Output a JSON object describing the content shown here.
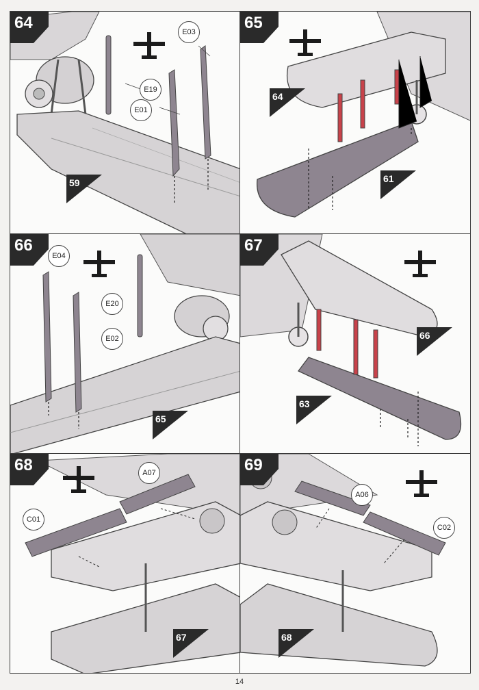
{
  "page_number": "14",
  "colors": {
    "part_fill": "#8e8590",
    "step_bg": "#2a2a2a",
    "accent_red": "#c8424a",
    "outline": "#3a3a3a"
  },
  "steps": [
    {
      "number": "64",
      "callouts": [
        "E03",
        "E19",
        "E01"
      ],
      "ref": "59"
    },
    {
      "number": "65",
      "callouts": [],
      "refs": [
        "64",
        "61"
      ]
    },
    {
      "number": "66",
      "callouts": [
        "E04",
        "E20",
        "E02"
      ],
      "ref": "65"
    },
    {
      "number": "67",
      "callouts": [],
      "refs": [
        "66",
        "63"
      ]
    },
    {
      "number": "68",
      "callouts": [
        "A07",
        "C01"
      ],
      "ref": "67"
    },
    {
      "number": "69",
      "callouts": [
        "A06",
        "C02"
      ],
      "ref": "68"
    }
  ],
  "icons": {
    "plane": "aircraft-silhouette-icon"
  }
}
